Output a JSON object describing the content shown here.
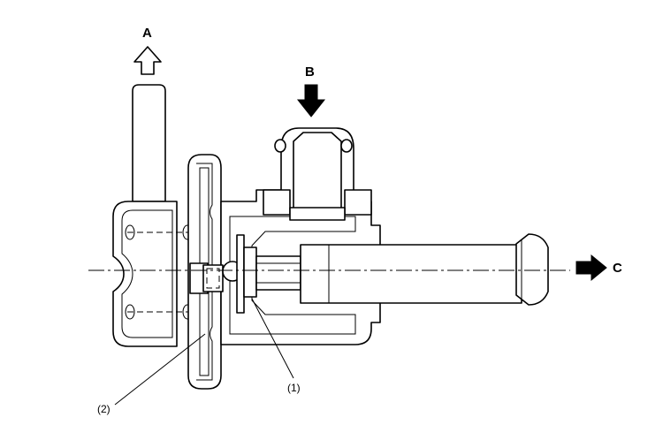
{
  "labels": {
    "port_a": "A",
    "port_b": "B",
    "port_c": "C",
    "callout_1": "(1)",
    "callout_2": "(2)"
  },
  "colors": {
    "line": "#000000",
    "background": "#ffffff"
  }
}
